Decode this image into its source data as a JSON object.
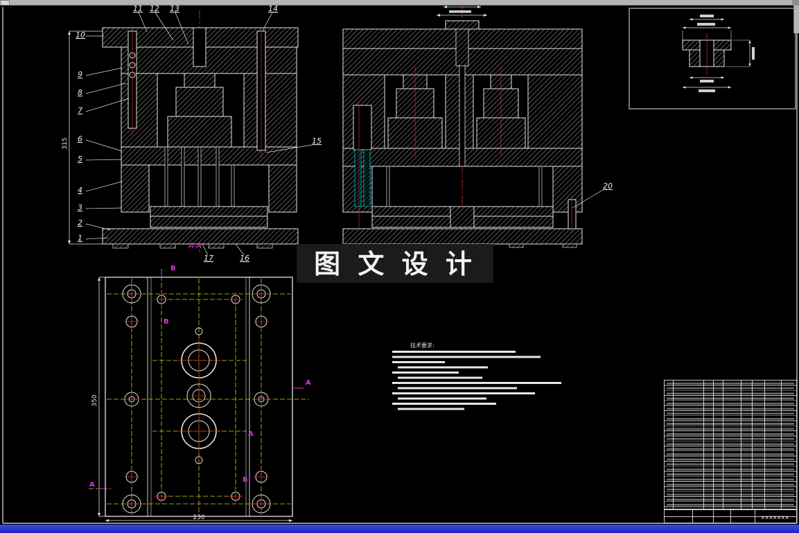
{
  "watermark": {
    "text": "图 文 设 计"
  },
  "callouts": {
    "c1": "1",
    "c2": "2",
    "c3": "3",
    "c4": "4",
    "c5": "5",
    "c6": "6",
    "c7": "7",
    "c8": "8",
    "c9": "9",
    "c10": "10",
    "c11": "11",
    "c12": "12",
    "c13": "13",
    "c14": "14",
    "c15": "15",
    "c16": "16",
    "c17": "17",
    "c20": "20"
  },
  "dims": {
    "view1_height": "315",
    "plan_height": "350",
    "plan_width": "230"
  },
  "sections": {
    "aa": "A-A",
    "a": "A",
    "b": "B"
  },
  "tech_requirements": {
    "title": "技术要求:"
  },
  "title_block": {
    "code": "XXXXXXX"
  },
  "colors": {
    "line": "#e6e6e6",
    "centerline_red": "#d92b2b",
    "axis_yellow": "#d6d600",
    "section_magenta": "#dd33dd",
    "spring_cyan": "#00c8c8",
    "taskbar_blue": "#2233cc"
  }
}
